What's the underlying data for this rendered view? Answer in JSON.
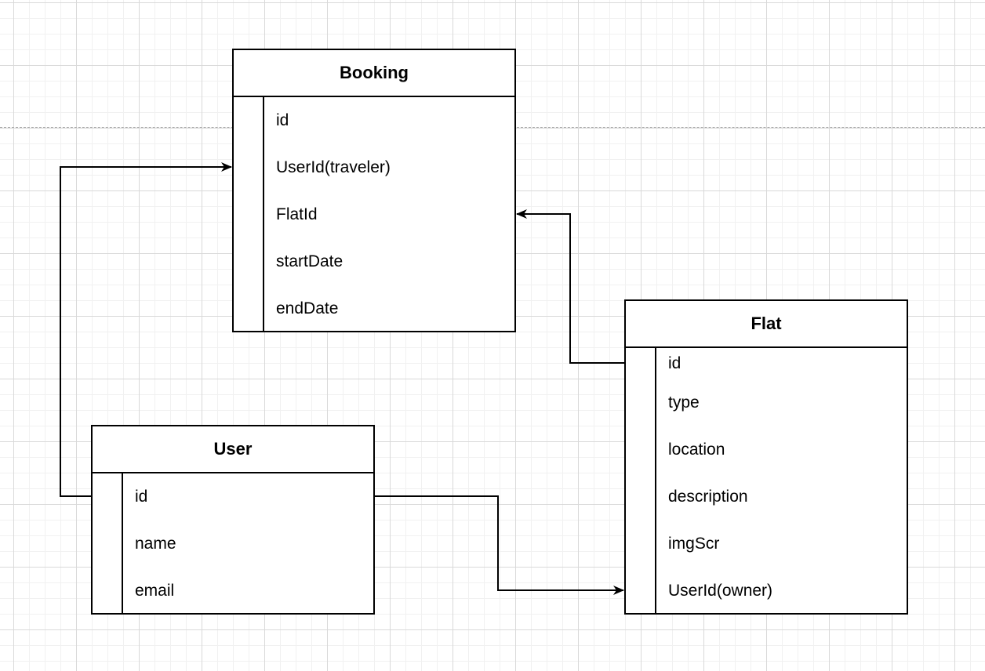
{
  "entities": {
    "booking": {
      "title": "Booking",
      "fields": [
        "id",
        "UserId(traveler)",
        "FlatId",
        "startDate",
        "endDate"
      ]
    },
    "flat": {
      "title": "Flat",
      "fields": [
        "id",
        "type",
        "location",
        "description",
        "imgScr",
        "UserId(owner)"
      ]
    },
    "user": {
      "title": "User",
      "fields": [
        "id",
        "name",
        "email"
      ]
    }
  },
  "relations": [
    {
      "from": "user.id",
      "to": "booking.UserId(traveler)"
    },
    {
      "from": "flat.id",
      "to": "booking.FlatId"
    },
    {
      "from": "user.id",
      "to": "flat.UserId(owner)"
    }
  ]
}
